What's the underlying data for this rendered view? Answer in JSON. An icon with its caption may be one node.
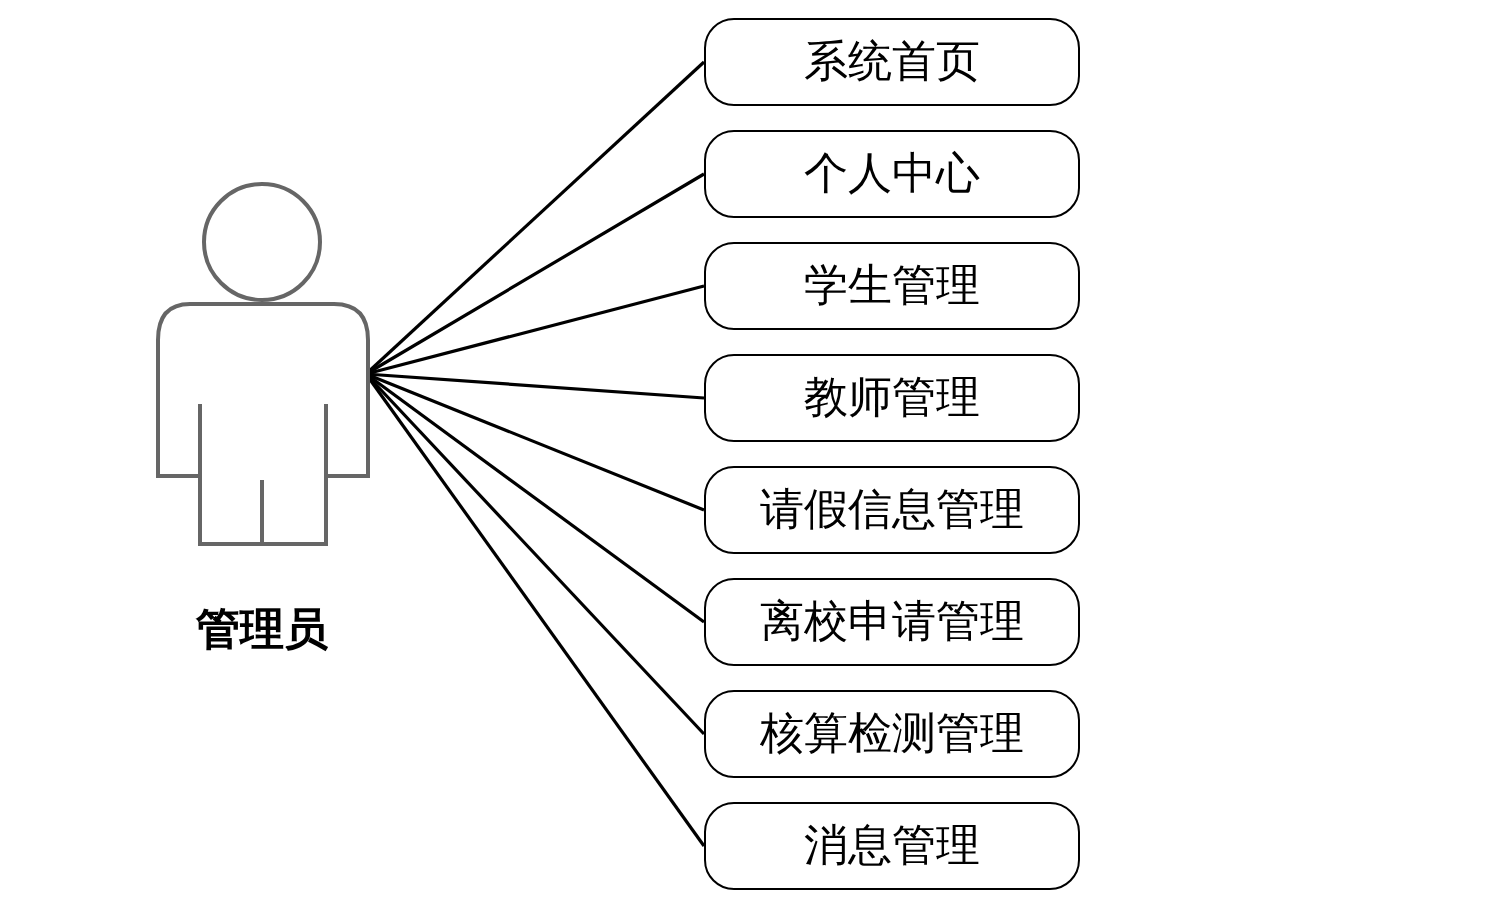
{
  "diagram": {
    "nodes": [
      {
        "text": [
          "管理员"
        ]
      },
      {
        "text": [
          "系统首页"
        ]
      },
      {
        "text": [
          "个人中心"
        ]
      },
      {
        "text": [
          "学生管理"
        ]
      },
      {
        "text": [
          "教师管理"
        ]
      },
      {
        "text": [
          "请假信息管理"
        ]
      },
      {
        "text": [
          "离校申请管理"
        ]
      },
      {
        "text": [
          "核算检测管理"
        ]
      },
      {
        "text": [
          "消息管理"
        ]
      }
    ],
    "edges": [
      {
        "from": 0,
        "to": 1,
        "arrow": "none"
      },
      {
        "from": 0,
        "to": 2,
        "arrow": "none"
      },
      {
        "from": 0,
        "to": 3,
        "arrow": "none"
      },
      {
        "from": 0,
        "to": 4,
        "arrow": "none"
      },
      {
        "from": 0,
        "to": 5,
        "arrow": "none"
      },
      {
        "from": 0,
        "to": 6,
        "arrow": "none"
      },
      {
        "from": 0,
        "to": 7,
        "arrow": "none"
      },
      {
        "from": 0,
        "to": 8,
        "arrow": "none"
      }
    ]
  }
}
